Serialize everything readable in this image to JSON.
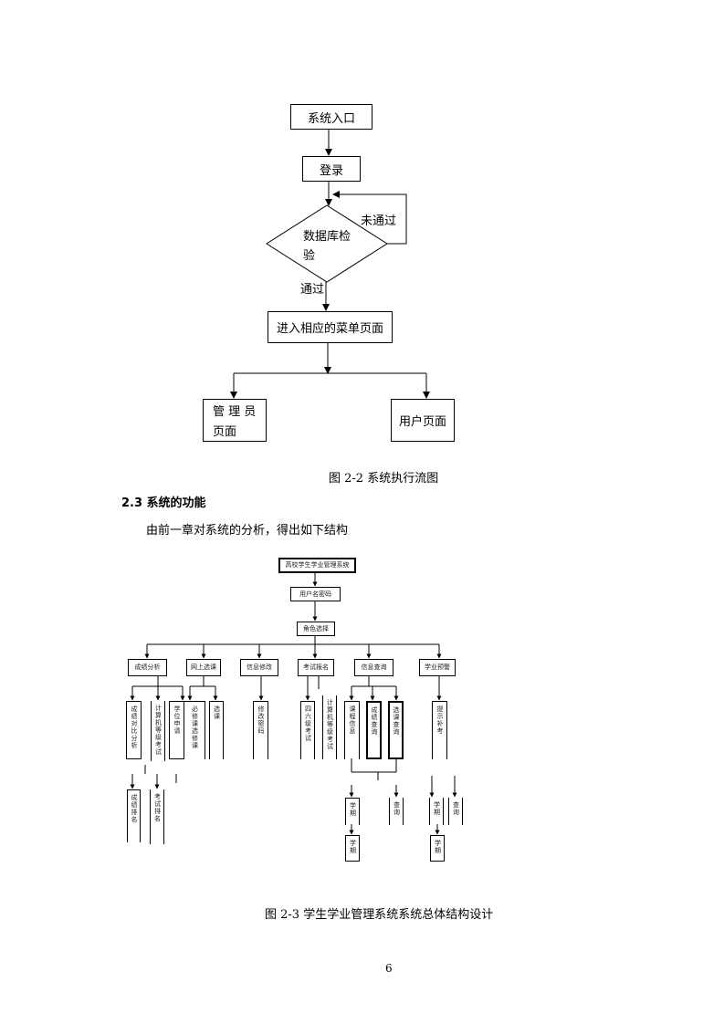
{
  "flowchart1": {
    "entry": "系统入口",
    "login": "登录",
    "check_line1": "数据库检",
    "check_line2": "验",
    "fail": "未通过",
    "pass": "通过",
    "menu": "进入相应的菜单页面",
    "admin_line1": "管 理 员",
    "admin_line2": "页面",
    "user": "用户页面"
  },
  "caption1": "图  2-2  系统执行流图",
  "section_heading": "2.3 系统的功能",
  "paragraph": "由前一章对系统的分析，得出如下结构",
  "structure": {
    "top": "高校学生学业管理系统",
    "level2": "用户名密码",
    "level3": "角色选择",
    "modules": [
      "成绩分析",
      "网上选课",
      "信息修改",
      "考试报名",
      "信息查询",
      "学业预警"
    ],
    "mod1_children": [
      "成绩对比分析",
      "计算机等级考试",
      "学位申请"
    ],
    "mod1_grand": [
      "成绩排名",
      "考试排名"
    ],
    "mod2_children": [
      "必修课选修课",
      "选课"
    ],
    "mod3_children": [
      "修改密码"
    ],
    "mod4_children": [
      "四六级考试",
      "计算机等级考试"
    ],
    "mod5_children": [
      "课程信息",
      "成绩查询",
      "选课查询"
    ],
    "mod5_grand": [
      "学期",
      "查询"
    ],
    "mod5_great": [
      "学期"
    ],
    "mod6_children": [
      "提示补考"
    ],
    "mod6_grand": [
      "学期",
      "查询"
    ],
    "mod6_great": [
      "学期"
    ]
  },
  "caption2": "图  2-3  学生学业管理系统系统总体结构设计",
  "page_number": "6"
}
